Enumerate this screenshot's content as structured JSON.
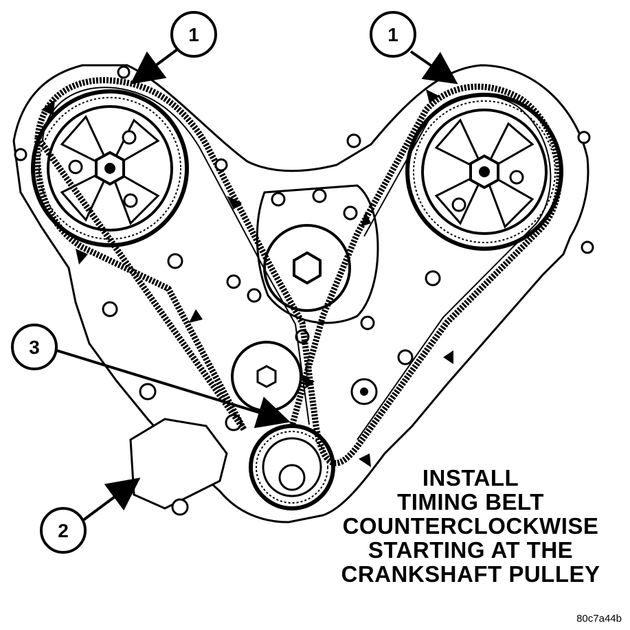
{
  "callouts": [
    {
      "id": "camshaft-sprocket-left",
      "number": "1"
    },
    {
      "id": "camshaft-sprocket-right",
      "number": "1"
    },
    {
      "id": "oil-pump-housing",
      "number": "2"
    },
    {
      "id": "crankshaft-sprocket",
      "number": "3"
    }
  ],
  "instruction_lines": [
    "INSTALL",
    "TIMING BELT",
    "COUNTERCLOCKWISE",
    "STARTING AT THE",
    "CRANKSHAFT PULLEY"
  ],
  "figure_id": "80c7a44b"
}
